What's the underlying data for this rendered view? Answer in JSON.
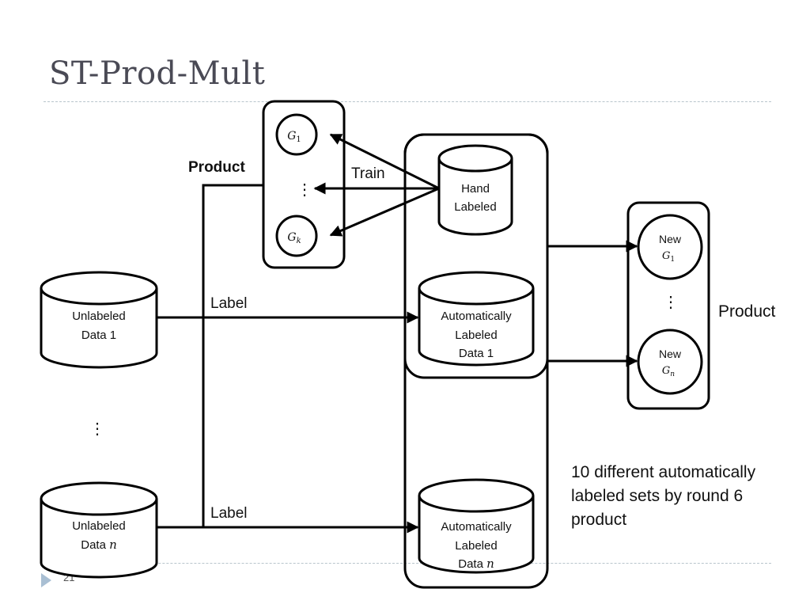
{
  "slide": {
    "title": "ST-Prod-Mult",
    "page_number": "21"
  },
  "diagram": {
    "product_label_left": "Product",
    "product_label_right": "Product",
    "train_label": "Train",
    "label_arrow_1": "Label",
    "label_arrow_n": "Label",
    "vdots": "⋮",
    "grammars_left": {
      "first": {
        "symbol": "G",
        "sub": "1"
      },
      "last": {
        "symbol": "G",
        "sub": "k"
      }
    },
    "grammars_right": {
      "first": {
        "prefix": "New",
        "symbol": "G",
        "sub": "1"
      },
      "last": {
        "prefix": "New",
        "symbol": "G",
        "sub": "n"
      }
    },
    "hand_labeled": {
      "line1": "Hand",
      "line2": "Labeled"
    },
    "unlabeled_1": {
      "line1": "Unlabeled",
      "line2": "Data 1"
    },
    "unlabeled_n": {
      "line1": "Unlabeled",
      "line2": "Data",
      "var": "n"
    },
    "auto_1": {
      "line1": "Automatically",
      "line2": "Labeled",
      "line3": "Data 1"
    },
    "auto_n": {
      "line1": "Automatically",
      "line2": "Labeled",
      "line3": "Data",
      "var": "n"
    },
    "note": "10 different automatically labeled sets by round 6 product"
  }
}
